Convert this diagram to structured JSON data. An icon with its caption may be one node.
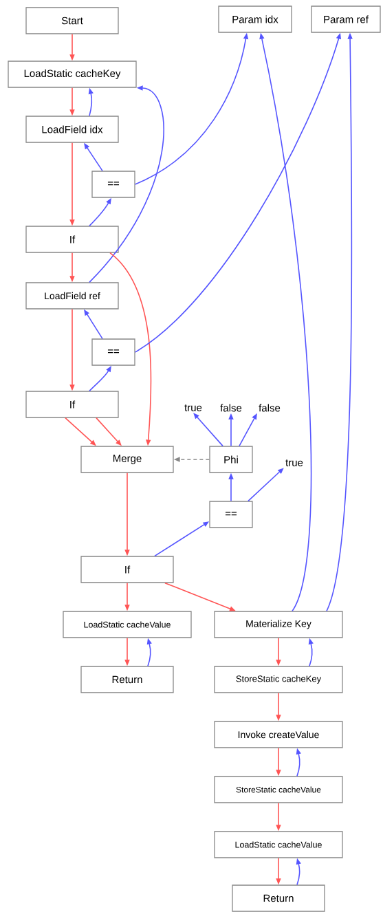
{
  "diagram": {
    "nodes": [
      {
        "text": [
          "Start"
        ]
      },
      {
        "text": [
          "Param idx"
        ]
      },
      {
        "text": [
          "Param ref"
        ]
      },
      {
        "text": [
          "LoadStatic cacheKey"
        ]
      },
      {
        "text": [
          "LoadField idx"
        ]
      },
      {
        "text": [
          "=="
        ]
      },
      {
        "text": [
          "If"
        ]
      },
      {
        "text": [
          "LoadField ref"
        ]
      },
      {
        "text": [
          "=="
        ]
      },
      {
        "text": [
          "If"
        ]
      },
      {
        "text": [
          "true"
        ]
      },
      {
        "text": [
          "false"
        ]
      },
      {
        "text": [
          "false"
        ]
      },
      {
        "text": [
          "Merge"
        ]
      },
      {
        "text": [
          "Phi"
        ]
      },
      {
        "text": [
          "true"
        ]
      },
      {
        "text": [
          "=="
        ]
      },
      {
        "text": [
          "If"
        ]
      },
      {
        "text": [
          "LoadStatic cacheValue"
        ]
      },
      {
        "text": [
          "Materialize Key"
        ]
      },
      {
        "text": [
          "Return"
        ]
      },
      {
        "text": [
          "StoreStatic cacheKey"
        ]
      },
      {
        "text": [
          "Invoke createValue"
        ]
      },
      {
        "text": [
          "StoreStatic cacheValue"
        ]
      },
      {
        "text": [
          "LoadStatic cacheValue"
        ]
      },
      {
        "text": [
          "Return"
        ]
      }
    ],
    "edges": [
      {
        "from": 0,
        "to": 3,
        "arrow": "to",
        "color": "#ff5555"
      },
      {
        "from": 3,
        "to": 4,
        "arrow": "to",
        "color": "#ff5555"
      },
      {
        "from": 4,
        "to": 3,
        "arrow": "to"
      },
      {
        "from": 5,
        "to": 4,
        "arrow": "to"
      },
      {
        "from": 5,
        "to": 1,
        "arrow": "to"
      },
      {
        "from": 4,
        "to": 6,
        "arrow": "to",
        "color": "#ff5555"
      },
      {
        "from": 6,
        "to": 5,
        "arrow": "to"
      },
      {
        "from": 7,
        "to": 3,
        "arrow": "to"
      },
      {
        "from": 6,
        "to": 7,
        "arrow": "to",
        "color": "#ff5555"
      },
      {
        "from": 6,
        "to": 13,
        "arrow": "to",
        "color": "#ff5555"
      },
      {
        "from": 8,
        "to": 7,
        "arrow": "to"
      },
      {
        "from": 8,
        "to": 2,
        "arrow": "to"
      },
      {
        "from": 7,
        "to": 9,
        "arrow": "to",
        "color": "#ff5555"
      },
      {
        "from": 9,
        "to": 8,
        "arrow": "to"
      },
      {
        "from": 9,
        "to": 13,
        "arrow": "to",
        "color": "#ff5555"
      },
      {
        "from": 9,
        "to": 13,
        "arrow": "to",
        "color": "#ff5555"
      },
      {
        "from": 14,
        "to": 13,
        "arrow": "to",
        "style": "dashed",
        "color": "#888888"
      },
      {
        "from": 14,
        "to": 10,
        "arrow": "to"
      },
      {
        "from": 14,
        "to": 11,
        "arrow": "to"
      },
      {
        "from": 14,
        "to": 12,
        "arrow": "to"
      },
      {
        "from": 16,
        "to": 14,
        "arrow": "to"
      },
      {
        "from": 16,
        "to": 15,
        "arrow": "to"
      },
      {
        "from": 13,
        "to": 17,
        "arrow": "to",
        "color": "#ff5555"
      },
      {
        "from": 17,
        "to": 16,
        "arrow": "to"
      },
      {
        "from": 17,
        "to": 18,
        "arrow": "to",
        "color": "#ff5555"
      },
      {
        "from": 17,
        "to": 19,
        "arrow": "to",
        "color": "#ff5555"
      },
      {
        "from": 19,
        "to": 1,
        "arrow": "to"
      },
      {
        "from": 19,
        "to": 2,
        "arrow": "to"
      },
      {
        "from": 18,
        "to": 20,
        "arrow": "to",
        "color": "#ff5555"
      },
      {
        "from": 20,
        "to": 18,
        "arrow": "to"
      },
      {
        "from": 19,
        "to": 21,
        "arrow": "to",
        "color": "#ff5555"
      },
      {
        "from": 21,
        "to": 19,
        "arrow": "to"
      },
      {
        "from": 21,
        "to": 22,
        "arrow": "to",
        "color": "#ff5555"
      },
      {
        "from": 22,
        "to": 23,
        "arrow": "to",
        "color": "#ff5555"
      },
      {
        "from": 23,
        "to": 22,
        "arrow": "to"
      },
      {
        "from": 23,
        "to": 24,
        "arrow": "to",
        "color": "#ff5555"
      },
      {
        "from": 24,
        "to": 25,
        "arrow": "to",
        "color": "#ff5555"
      },
      {
        "from": 25,
        "to": 24,
        "arrow": "to"
      }
    ]
  }
}
